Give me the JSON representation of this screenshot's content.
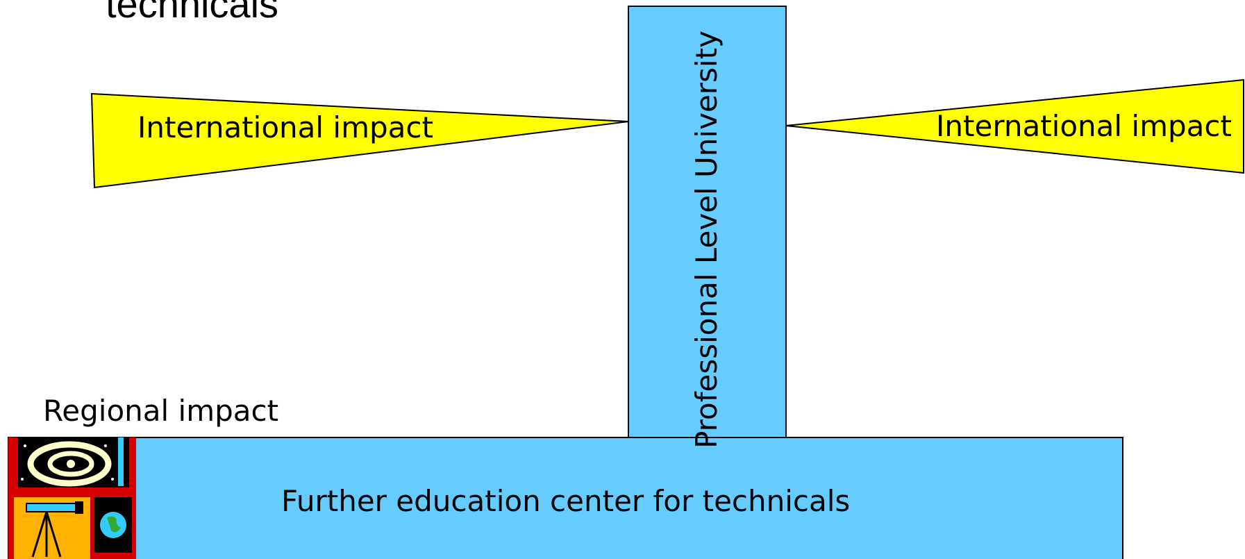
{
  "slide": {
    "title": "technicals"
  },
  "diagram": {
    "left_triangle_label": "International impact",
    "right_triangle_label": "International impact",
    "vertical_bar_label": "Professional Level University",
    "regional_label": "Regional impact",
    "base_bar_label": "Further education center for technicals"
  },
  "colors": {
    "bar_fill": "#66CCFF",
    "triangle_fill": "#FFFF00",
    "outline": "#000000"
  },
  "icons": {
    "clipart": "astronomy-clipart-icon"
  }
}
